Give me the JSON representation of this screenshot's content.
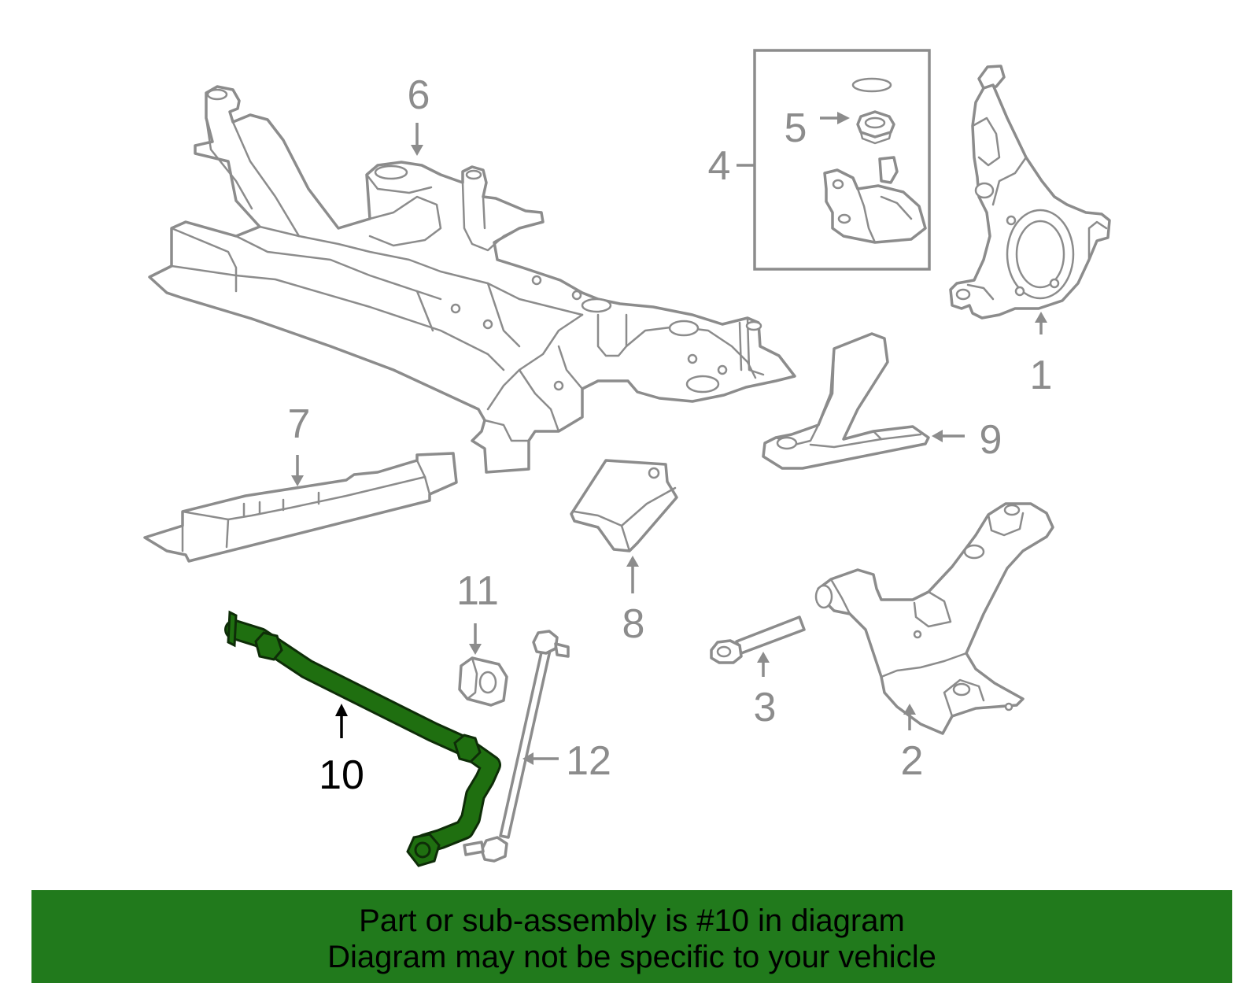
{
  "diagram": {
    "callouts": {
      "c1": "1",
      "c2": "2",
      "c3": "3",
      "c4": "4",
      "c5": "5",
      "c6": "6",
      "c7": "7",
      "c8": "8",
      "c9": "9",
      "c10": "10",
      "c11": "11",
      "c12": "12"
    },
    "highlight_color": "#1f6f10",
    "highlighted_part": "10"
  },
  "footer": {
    "line1": "Part or sub-assembly is #10 in diagram",
    "line2": "Diagram may not be specific to your vehicle",
    "background_color": "#217a1c"
  }
}
